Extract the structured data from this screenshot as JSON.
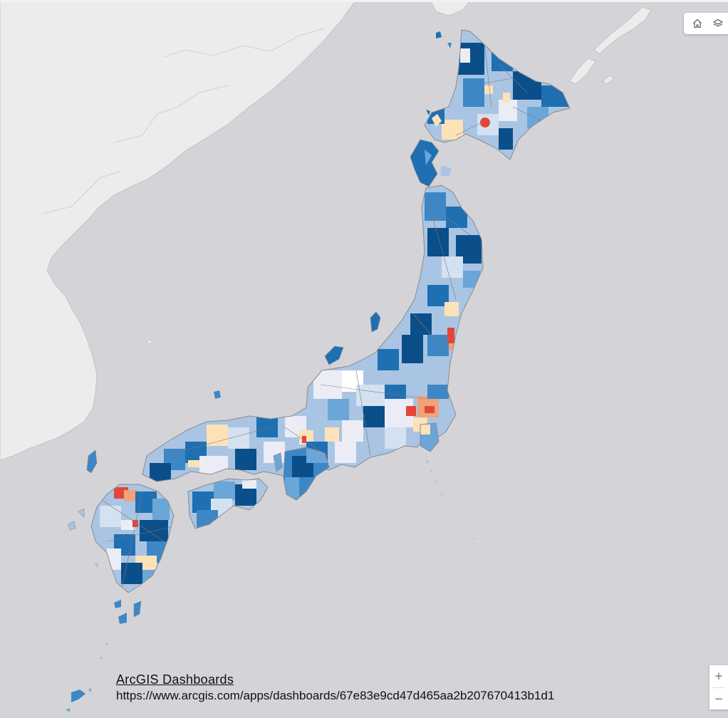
{
  "map": {
    "region": "Japan",
    "basemap": "light-gray-canvas",
    "colors": {
      "ocean": "#d4d4d8",
      "mainland": "#ececec",
      "land_base": "#a9c5e3",
      "boundary": "#8b8b8b",
      "palette": [
        "#0b4f8a",
        "#1f6fb3",
        "#3d87c6",
        "#6aa6d8",
        "#a9c5e3",
        "#d4e1f0",
        "#ececf6",
        "#fde2b8",
        "#f0a278",
        "#e2463a"
      ]
    }
  },
  "toolbar": {
    "home_icon": "home-icon",
    "layers_icon": "layers-icon"
  },
  "zoom": {
    "in_label": "+",
    "out_label": "−"
  },
  "attribution": {
    "title": "ArcGIS Dashboards",
    "url": "https://www.arcgis.com/apps/dashboards/67e83e9cd47d465aa2b207670413b1d1"
  }
}
